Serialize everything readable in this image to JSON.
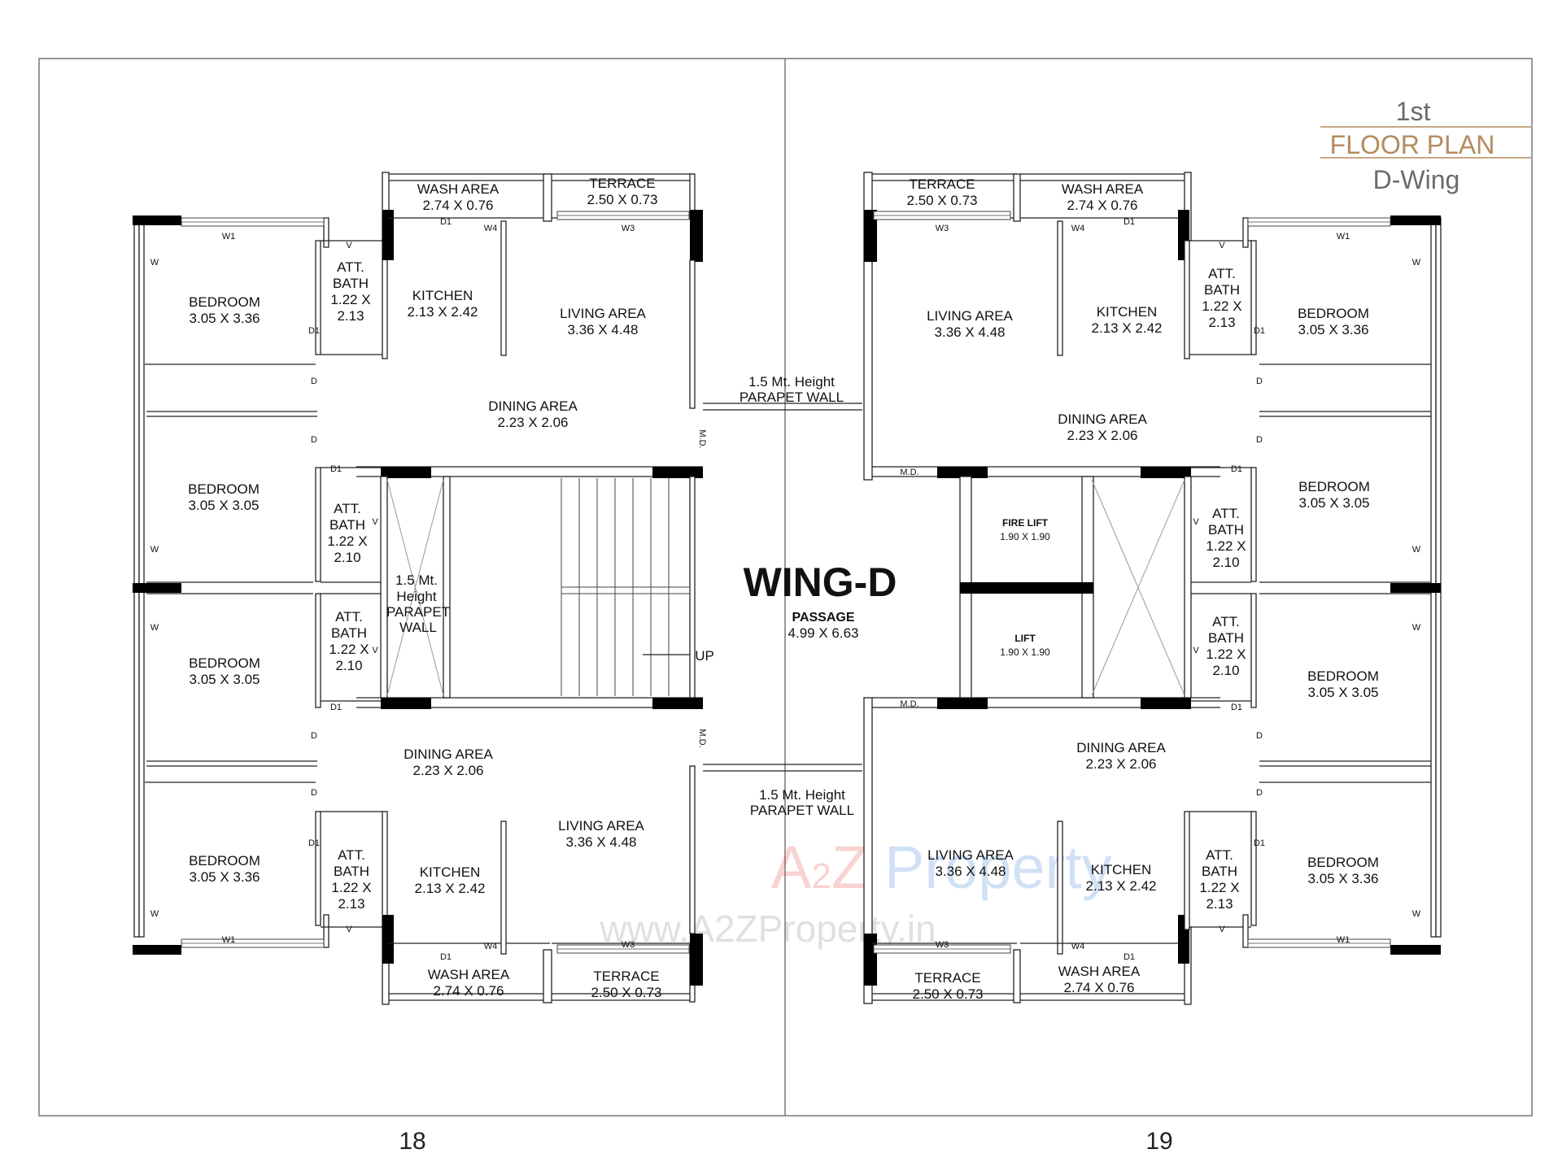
{
  "heading": {
    "line1": "1st",
    "line2": "FLOOR PLAN",
    "line3": "D-Wing"
  },
  "page_numbers": {
    "left": "18",
    "right": "19"
  },
  "wing": {
    "title": "WING-D",
    "passage_label": "PASSAGE",
    "passage_size": "4.99 X 6.63"
  },
  "labels": {
    "wash": "WASH AREA",
    "wash_size": "2.74 X 0.76",
    "terrace": "TERRACE",
    "terrace_size": "2.50 X 0.73",
    "kitchen": "KITCHEN",
    "kitchen_size": "2.13 X 2.42",
    "living": "LIVING AREA",
    "living_size": "3.36 X 4.48",
    "dining": "DINING AREA",
    "dining_size": "2.23 X 2.06",
    "bedroom": "BEDROOM",
    "bed_large": "3.05 X 3.36",
    "bed_small": "3.05 X 3.05",
    "att1": "ATT.",
    "att2": "BATH",
    "att_size_a": "1.22 X",
    "att_size_b1": "2.13",
    "att_size_b2": "2.10",
    "parapet1": "1.5 Mt. Height",
    "parapet2": "PARAPET WALL",
    "sp1": "1.5 Mt.",
    "sp2": "Height",
    "sp3": "PARAPET",
    "sp4": "WALL",
    "up": "UP",
    "fire_lift": "FIRE LIFT",
    "lift": "LIFT",
    "lift_size": "1.90 X 1.90",
    "md": "M.D.",
    "d": "D",
    "d1": "D1",
    "v": "V",
    "w": "W",
    "w1": "W1",
    "w3": "W3",
    "w4": "W4"
  },
  "watermark": {
    "brand_a": "A",
    "brand_2": "2",
    "brand_z": "Z",
    "brand_p": "Property",
    "url": "www.A2ZProperty.in"
  },
  "colors": {
    "wall": "#000000",
    "line": "#333333",
    "accent": "#b38b5d",
    "grey_text": "#6b6b6b"
  }
}
